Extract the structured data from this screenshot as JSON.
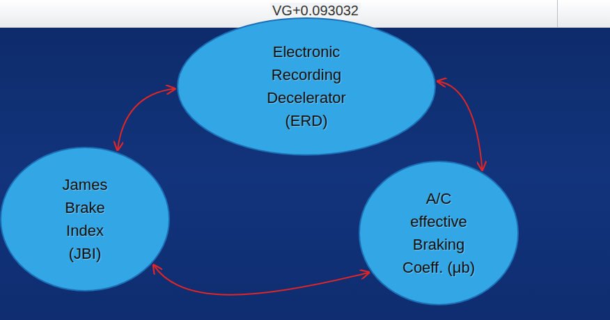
{
  "diagram": {
    "nodes": [
      {
        "text": [
          "Electronic Recording Decelerator (ERD)"
        ]
      },
      {
        "text": [
          "James Brake Index (JBI)"
        ]
      },
      {
        "text": [
          "A/C effective Braking Coeff. (μb)"
        ]
      }
    ],
    "edges": [
      {
        "from": 0,
        "to": 1,
        "arrow": "both"
      },
      {
        "from": 0,
        "to": 2,
        "arrow": "both"
      },
      {
        "from": 1,
        "to": 2,
        "arrow": "both"
      }
    ],
    "labels": [
      "VG+0.093032"
    ]
  }
}
